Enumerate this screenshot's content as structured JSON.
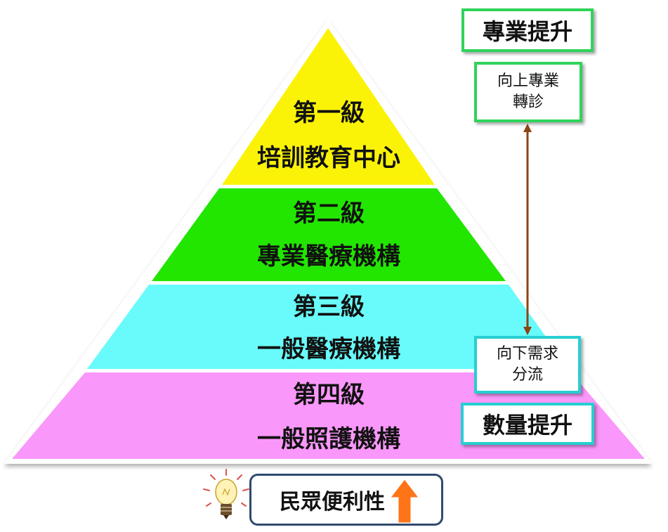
{
  "colors": {
    "tier1": "#fbf307",
    "tier2": "#22e600",
    "tier3": "#69fbfb",
    "tier4": "#fa97fa",
    "green_box_border": "#2fd35a",
    "cyan_box_border": "#26cfd2",
    "arrow": "#8b4513",
    "orange_arrow": "#ff7417"
  },
  "pyramid": {
    "tiers": [
      {
        "level": "第一級",
        "name": "培訓教育中心"
      },
      {
        "level": "第二級",
        "name": "專業醫療機構"
      },
      {
        "level": "第三級",
        "name": "一般醫療機構"
      },
      {
        "level": "第四級",
        "name": "一般照護機構"
      }
    ]
  },
  "side": {
    "professional_up": "專業提升",
    "referral_up_line1": "向上專業",
    "referral_up_line2": "轉診",
    "triage_down_line1": "向下需求",
    "triage_down_line2": "分流",
    "quantity_up": "數量提升"
  },
  "bottom": {
    "convenience_label": "民眾便利性",
    "bulb_icon": "lightbulb-icon",
    "up_arrow_icon": "up-arrow-icon"
  }
}
